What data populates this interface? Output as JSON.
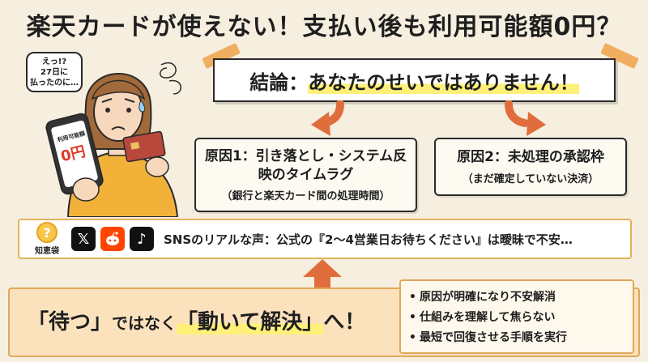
{
  "title": "楽天カードが使えない！支払い後も利用可能額0円？",
  "colors": {
    "background": "#f6efdf",
    "accent_orange": "#f0a24a",
    "arrow": "#e06e3c",
    "highlight": "#fff07a"
  },
  "illustration": {
    "bubble": [
      "えっ!?",
      "27日に",
      "払ったのに…"
    ],
    "phone_label": "利用可能額",
    "phone_value": "0円"
  },
  "conclusion": {
    "prefix": "結論：",
    "text": "あなたのせいではありません！"
  },
  "cause1": {
    "title": "原因1：引き落とし・システム反映のタイムラグ",
    "sub": "（銀行と楽天カード間の処理時間）"
  },
  "cause2": {
    "title": "原因2：未処理の承認枠",
    "sub": "（まだ確定していない決済）"
  },
  "voice": {
    "chie_label": "知恵袋",
    "text": "SNSのリアルな声：公式の『2〜4営業日お待ちください』は曖昧で不安…"
  },
  "action": {
    "q1": "「待つ」",
    "mid": "ではなく",
    "q2": "「動いて解決」",
    "end": "へ！"
  },
  "bullets": [
    "原因が明確になり不安解消",
    "仕組みを理解して焦らない",
    "最短で回復させる手順を実行"
  ],
  "icons": [
    "question-icon",
    "x-logo-icon",
    "reddit-logo-icon",
    "tiktok-logo-icon"
  ]
}
